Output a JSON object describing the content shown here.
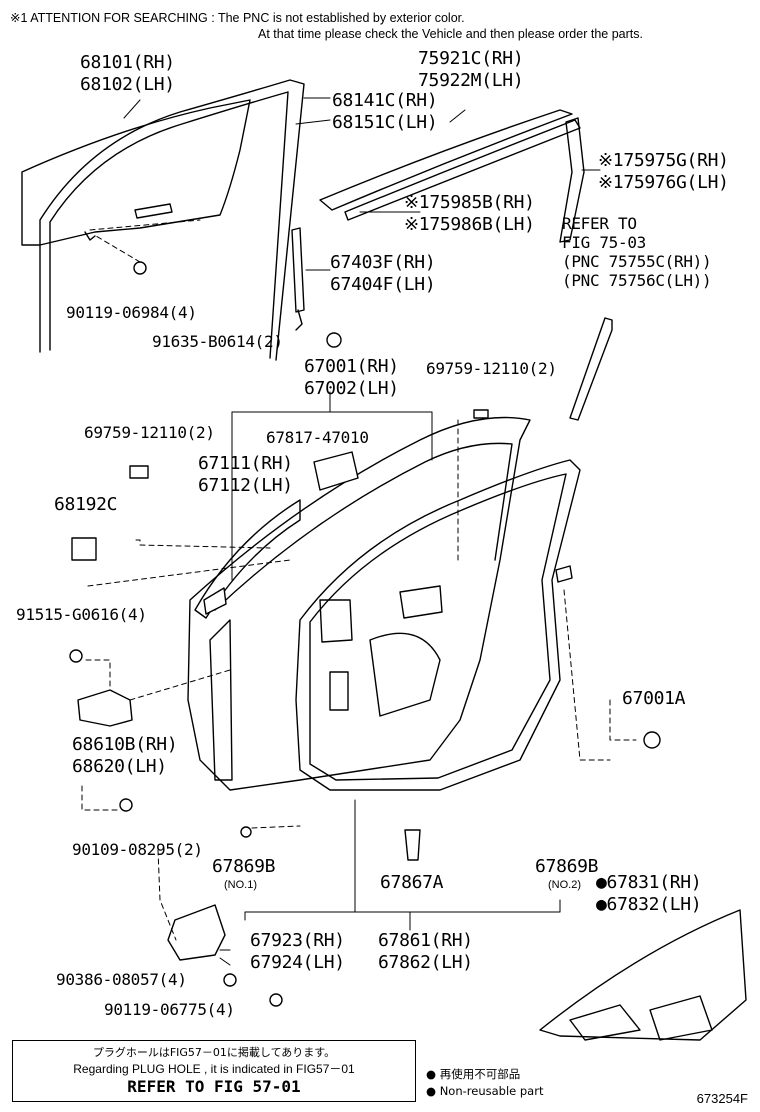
{
  "notes": {
    "attention_1": "※1  ATTENTION FOR SEARCHING : The PNC is not established by exterior color.",
    "attention_2": "At that time please check the Vehicle and then please order the parts."
  },
  "labels": {
    "p68101": "68101(RH)",
    "p68102": "68102(LH)",
    "p75921": "75921C(RH)",
    "p75922": "75922M(LH)",
    "p68141": "68141C(RH)",
    "p68151": "68151C(LH)",
    "p75975": "※175975G(RH)",
    "p75976": "※175976G(LH)",
    "p75985": "※175985B(RH)",
    "p75986": "※175986B(LH)",
    "refer1": "REFER TO",
    "refer2": "FIG 75-03",
    "refer3": "(PNC 75755C(RH))",
    "refer4": "(PNC 75756C(LH))",
    "p67403": "67403F(RH)",
    "p67404": "67404F(LH)",
    "p90119a": "90119-06984(4)",
    "p91635": "91635-B0614(2)",
    "p67001": "67001(RH)",
    "p67002": "67002(LH)",
    "p69759r": "69759-12110(2)",
    "p69759l": "69759-12110(2)",
    "p67817": "67817-47010",
    "p67111": "67111(RH)",
    "p67112": "67112(LH)",
    "p68192": "68192C",
    "p91515": "91515-G0616(4)",
    "p67001a": "67001A",
    "p68610": "68610B(RH)",
    "p68620": "68620(LH)",
    "p90109": "90109-08295(2)",
    "p67869a": "67869B",
    "no1": "(NO.1)",
    "p67867": "67867A",
    "p67869b": "67869B",
    "no2": "(NO.2)",
    "p67831": "●67831(RH)",
    "p67832": "●67832(LH)",
    "p67923": "67923(RH)",
    "p67924": "67924(LH)",
    "p67861": "67861(RH)",
    "p67862": "67862(LH)",
    "p90386": "90386-08057(4)",
    "p90119b": "90119-06775(4)"
  },
  "reference_box": {
    "japanese": "プラグホールはFIG57－01に掲載してあります。",
    "english": "Regarding PLUG HOLE , it is indicated in FIG57－01",
    "refer": "REFER TO FIG 57-01"
  },
  "legend": {
    "jp": "● 再使用不可部品",
    "en": "● Non-reusable part"
  },
  "figure_number": "673254F"
}
